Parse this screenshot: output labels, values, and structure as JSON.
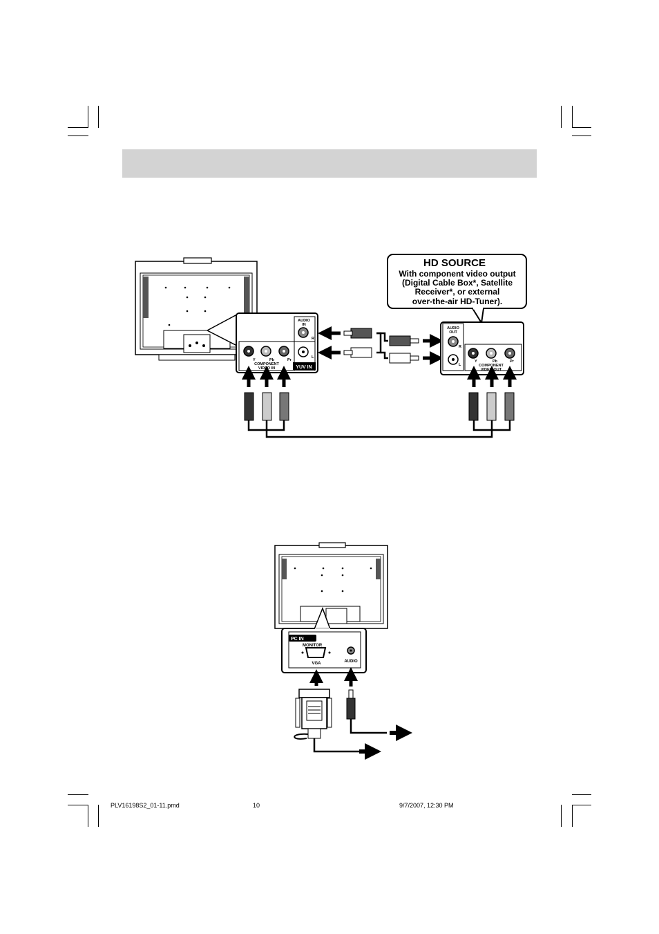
{
  "hd_source": {
    "title": "HD SOURCE",
    "lines": [
      "With component video output",
      "(Digital Cable Box*, Satellite",
      "Receiver*, or external",
      "over-the-air HD-Tuner)."
    ]
  },
  "tv_panel": {
    "audio_in_line1": "AUDIO",
    "audio_in_line2": "IN",
    "r": "R",
    "l": "L",
    "y": "Y",
    "pb": "Pb",
    "pr": "Pr",
    "component_line1": "COMPONENT",
    "component_line2": "VIDEO IN",
    "yuv_in": "YUV IN"
  },
  "source_panel": {
    "audio_out_line1": "AUDIO",
    "audio_out_line2": "OUT",
    "r": "R",
    "l": "L",
    "y": "Y",
    "pb": "Pb",
    "pr": "Pr",
    "component_line1": "COMPONENT",
    "component_line2": "VIDEO OUT"
  },
  "pc_panel": {
    "pc_in": "PC IN",
    "monitor": "MONITOR",
    "vga": "VGA",
    "audio": "AUDIO"
  },
  "footer": {
    "file": "PLV16198S2_01-11.pmd",
    "page": "10",
    "datetime": "9/7/2007, 12:30 PM"
  }
}
